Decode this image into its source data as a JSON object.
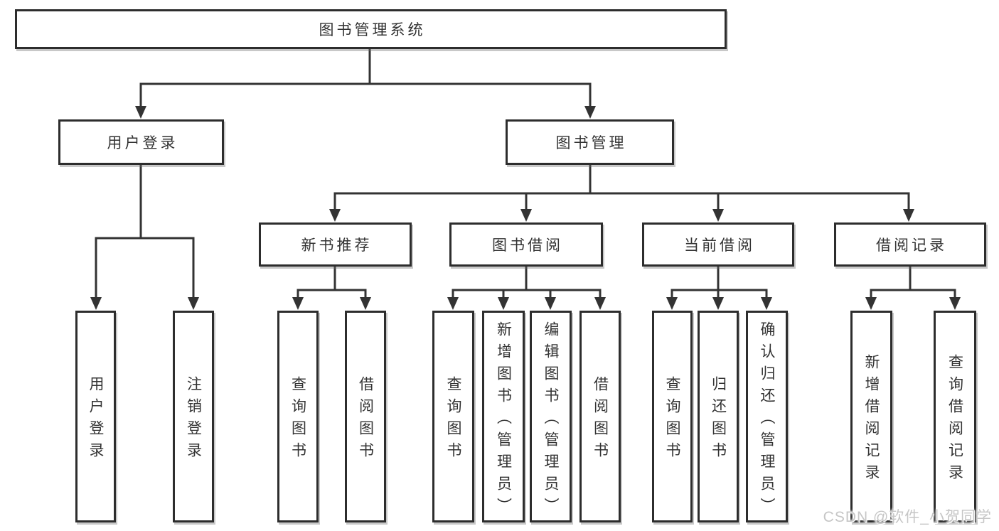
{
  "tree": {
    "root": {
      "label": "图书管理系统"
    },
    "children": [
      {
        "label": "用户登录",
        "children": [
          {
            "label": "用户登录"
          },
          {
            "label": "注销登录"
          }
        ]
      },
      {
        "label": "图书管理",
        "children": [
          {
            "label": "新书推荐",
            "children": [
              {
                "label": "查询图书"
              },
              {
                "label": "借阅图书"
              }
            ]
          },
          {
            "label": "图书借阅",
            "children": [
              {
                "label": "查询图书"
              },
              {
                "label": "新增图书（管理员）"
              },
              {
                "label": "编辑图书（管理员）"
              },
              {
                "label": "借阅图书"
              }
            ]
          },
          {
            "label": "当前借阅",
            "children": [
              {
                "label": "查询图书"
              },
              {
                "label": "归还图书"
              },
              {
                "label": "确认归还（管理员）"
              }
            ]
          },
          {
            "label": "借阅记录",
            "children": [
              {
                "label": "新增借阅记录"
              },
              {
                "label": "查询借阅记录"
              }
            ]
          }
        ]
      }
    ]
  },
  "watermark": "CSDN @软件_小贺同学",
  "colors": {
    "line": "#333333",
    "box_border": "#2d2d2d",
    "box_background": "#ffffff",
    "text": "#333333",
    "watermark": "#c6c6c6",
    "background": "#ffffff"
  }
}
